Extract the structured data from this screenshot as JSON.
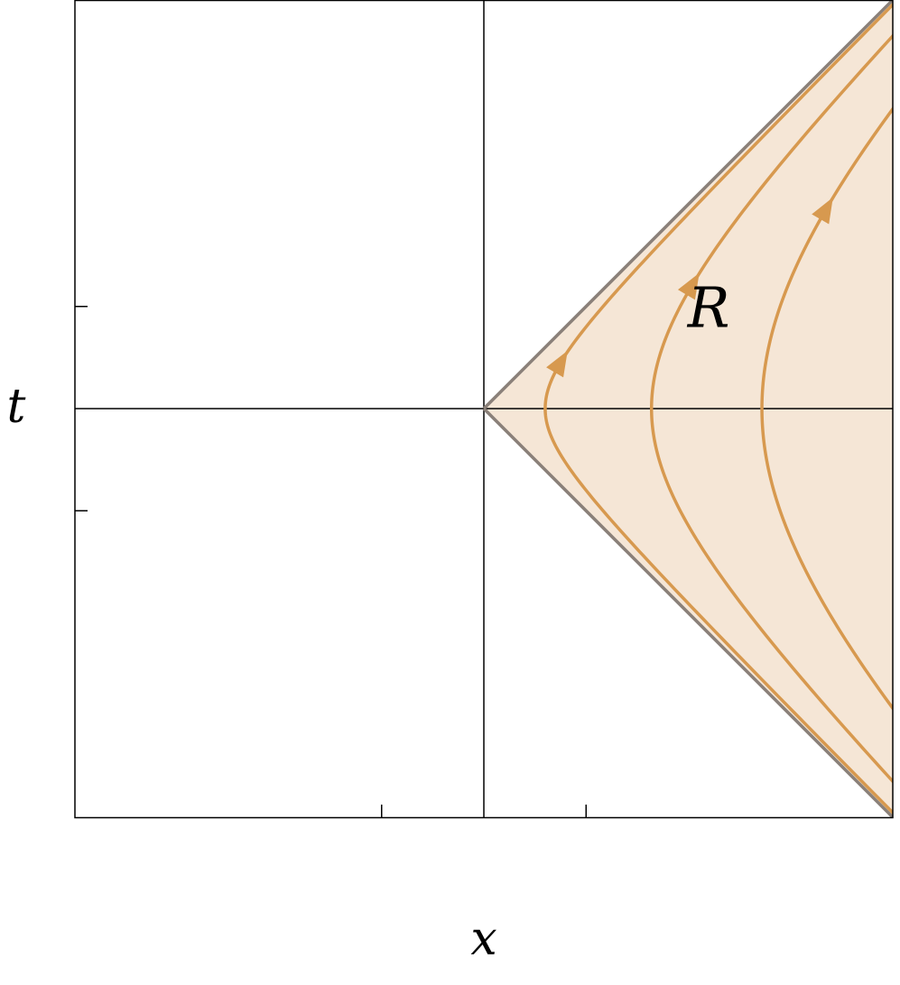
{
  "chart_data": {
    "type": "line",
    "title": "",
    "xlabel": "x",
    "ylabel": "t",
    "xlim": [
      -2,
      2
    ],
    "ylim": [
      -2,
      2
    ],
    "xticks": [
      -0.5,
      0.5
    ],
    "yticks": [
      -0.5,
      0.5
    ],
    "tick_labels_shown": false,
    "grid": false,
    "region": {
      "label": "R",
      "description_bounds": [
        "t = x",
        "t = -x"
      ],
      "fill_color": "#f5e6d6",
      "boundary_color": "#8a8079"
    },
    "series": [
      {
        "type": "hyperbola",
        "a": 0.3,
        "arrow_t": 0.22
      },
      {
        "type": "hyperbola",
        "a": 0.82,
        "arrow_t": 0.6
      },
      {
        "type": "hyperbola",
        "a": 1.36,
        "arrow_t": 0.97
      }
    ],
    "series_color": "#d7994f",
    "axis_color": "#000000"
  }
}
